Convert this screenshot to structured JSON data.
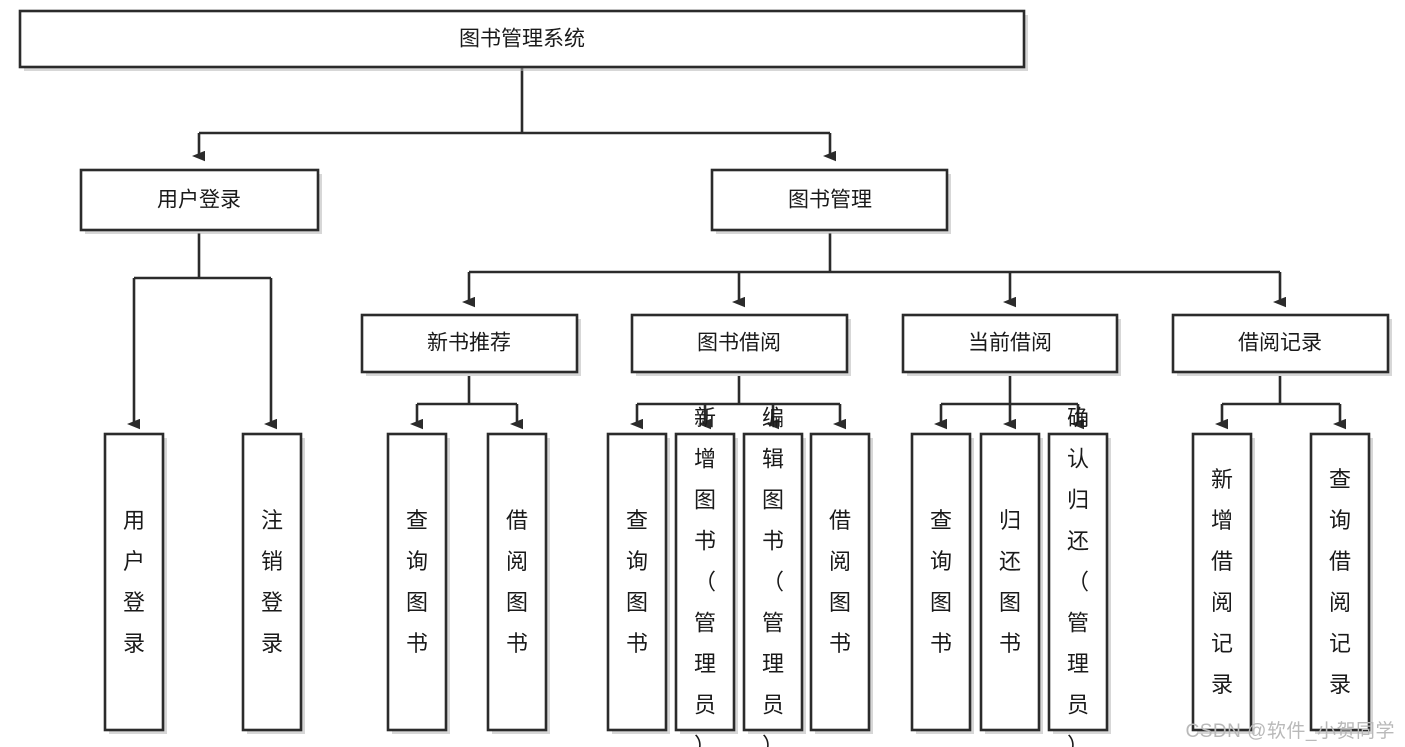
{
  "diagram": {
    "title": "图书管理系统",
    "type": "hierarchy-tree",
    "watermark": "CSDN @软件_小贺同学",
    "colors": {
      "box_fill": "#ffffff",
      "box_stroke": "#2b2b2b",
      "text": "#1a1a1a",
      "shadow": "#b6b6b6",
      "watermark": "#b9b9b9",
      "background": "#ffffff"
    },
    "levels": {
      "root": {
        "label": "图书管理系统"
      },
      "level2": [
        {
          "id": "user-login",
          "label": "用户登录"
        },
        {
          "id": "book-management",
          "label": "图书管理"
        }
      ],
      "level3": [
        {
          "id": "new-book-recommend",
          "label": "新书推荐",
          "parent": "book-management"
        },
        {
          "id": "book-borrow",
          "label": "图书借阅",
          "parent": "book-management"
        },
        {
          "id": "current-borrow",
          "label": "当前借阅",
          "parent": "book-management"
        },
        {
          "id": "borrow-record",
          "label": "借阅记录",
          "parent": "book-management"
        }
      ],
      "leaves": [
        {
          "id": "leaf-user-login",
          "label": "用户登录",
          "parent": "user-login"
        },
        {
          "id": "leaf-user-logout",
          "label": "注销登录",
          "parent": "user-login"
        },
        {
          "id": "leaf-query-book-1",
          "label": "查询图书",
          "parent": "new-book-recommend"
        },
        {
          "id": "leaf-borrow-book-1",
          "label": "借阅图书",
          "parent": "new-book-recommend"
        },
        {
          "id": "leaf-query-book-2",
          "label": "查询图书",
          "parent": "book-borrow"
        },
        {
          "id": "leaf-add-book",
          "label": "新增图书（管理员）",
          "parent": "book-borrow"
        },
        {
          "id": "leaf-edit-book",
          "label": "编辑图书（管理员）",
          "parent": "book-borrow"
        },
        {
          "id": "leaf-borrow-book-2",
          "label": "借阅图书",
          "parent": "book-borrow"
        },
        {
          "id": "leaf-query-book-3",
          "label": "查询图书",
          "parent": "current-borrow"
        },
        {
          "id": "leaf-return-book",
          "label": "归还图书",
          "parent": "current-borrow"
        },
        {
          "id": "leaf-confirm-return",
          "label": "确认归还（管理员）",
          "parent": "current-borrow"
        },
        {
          "id": "leaf-add-record",
          "label": "新增借阅记录",
          "parent": "borrow-record"
        },
        {
          "id": "leaf-query-record",
          "label": "查询借阅记录",
          "parent": "borrow-record"
        }
      ]
    }
  }
}
